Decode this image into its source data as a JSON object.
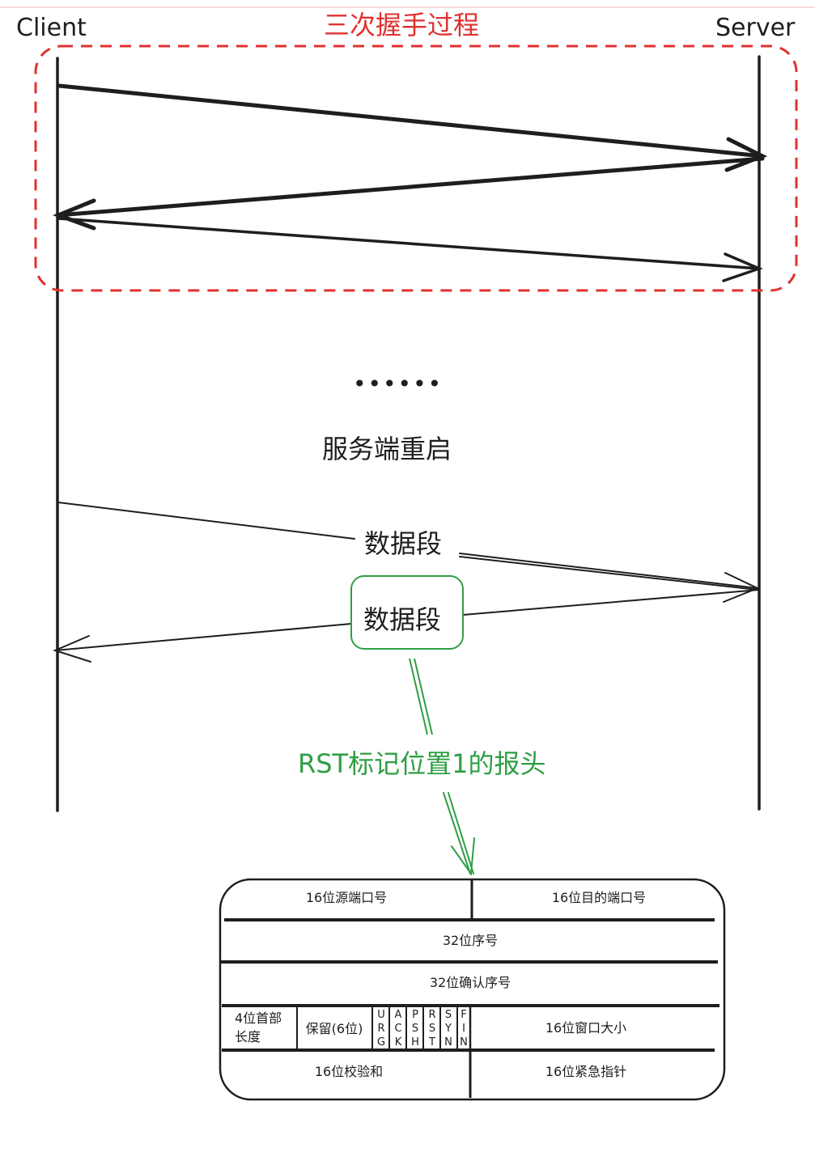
{
  "labels": {
    "client": "Client",
    "server": "Server",
    "handshake_title": "三次握手过程",
    "ellipsis": "••••••",
    "server_restart": "服务端重启",
    "segment_to_server": "数据段",
    "segment_to_client": "数据段",
    "rst_note": "RST标记位置1的报头"
  },
  "tcp_header": {
    "row1": {
      "src_port": "16位源端口号",
      "dst_port": "16位目的端口号"
    },
    "row2": {
      "seq": "32位序号"
    },
    "row3": {
      "ack": "32位确认序号"
    },
    "row4": {
      "hdr_len_line1": "4位首部",
      "hdr_len_line2": "长度",
      "reserved": "保留(6位)",
      "flags": [
        {
          "name": "URG",
          "c1": "U",
          "c2": "R",
          "c3": "G"
        },
        {
          "name": "ACK",
          "c1": "A",
          "c2": "C",
          "c3": "K"
        },
        {
          "name": "PSH",
          "c1": "P",
          "c2": "S",
          "c3": "H"
        },
        {
          "name": "RST",
          "c1": "R",
          "c2": "S",
          "c3": "T"
        },
        {
          "name": "SYN",
          "c1": "S",
          "c2": "Y",
          "c3": "N"
        },
        {
          "name": "FIN",
          "c1": "F",
          "c2": "I",
          "c3": "N"
        }
      ],
      "window": "16位窗口大小"
    },
    "row5": {
      "checksum": "16位校验和",
      "urgent": "16位紧急指针"
    }
  },
  "colors": {
    "ink": "#1e1e1e",
    "handshake_red": "#e03131",
    "rst_green": "#2f9e44"
  }
}
